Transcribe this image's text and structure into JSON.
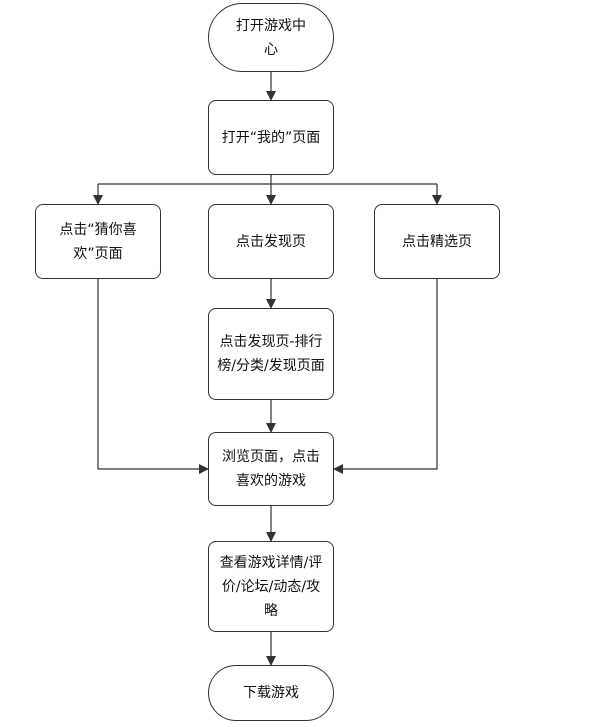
{
  "nodes": {
    "start": "打开游戏中心",
    "my_page": "打开“我的”页面",
    "guess": "点击“猜你喜欢”页面",
    "discover": "点击发现页",
    "featured": "点击精选页",
    "discover_sub": "点击发现页-排行榜/分类/发现页面",
    "browse": "浏览页面，点击喜欢的游戏",
    "details": "查看游戏详情/评价/论坛/动态/攻略",
    "download": "下载游戏"
  },
  "colors": {
    "line": "#333333",
    "border": "#333333"
  }
}
